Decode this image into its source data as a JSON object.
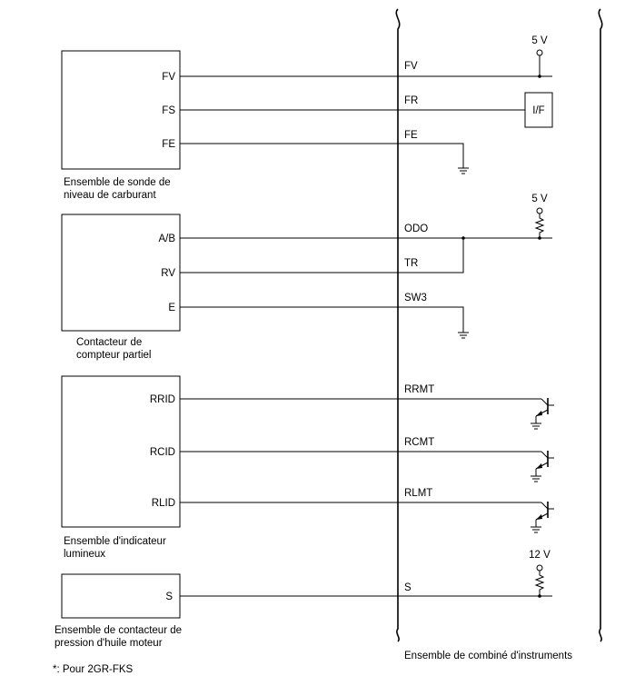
{
  "components": {
    "fuel_sender": {
      "caption_1": "Ensemble de sonde de",
      "caption_2": "niveau de carburant",
      "pins": [
        "FV",
        "FS",
        "FE"
      ]
    },
    "trip_switch": {
      "caption_1": "Contacteur de",
      "caption_2": "compteur partiel",
      "pins": [
        "A/B",
        "RV",
        "E"
      ]
    },
    "indicator": {
      "caption_1": "Ensemble d'indicateur",
      "caption_2": "lumineux",
      "pins": [
        "RRID",
        "RCID",
        "RLID"
      ]
    },
    "oil_switch": {
      "caption_1": "Ensemble de contacteur de",
      "caption_2": "pression d'huile moteur",
      "pins": [
        "S"
      ]
    },
    "cluster": {
      "caption": "Ensemble de combiné d'instruments",
      "terminals": [
        "FV",
        "FR",
        "FE",
        "ODO",
        "TR",
        "SW3",
        "RRMT",
        "RCMT",
        "RLMT",
        "S"
      ],
      "supply_5v_a": "5 V",
      "supply_5v_b": "5 V",
      "supply_12v": "12 V",
      "interface_label": "I/F"
    }
  },
  "footnote": "*: Pour 2GR-FKS"
}
